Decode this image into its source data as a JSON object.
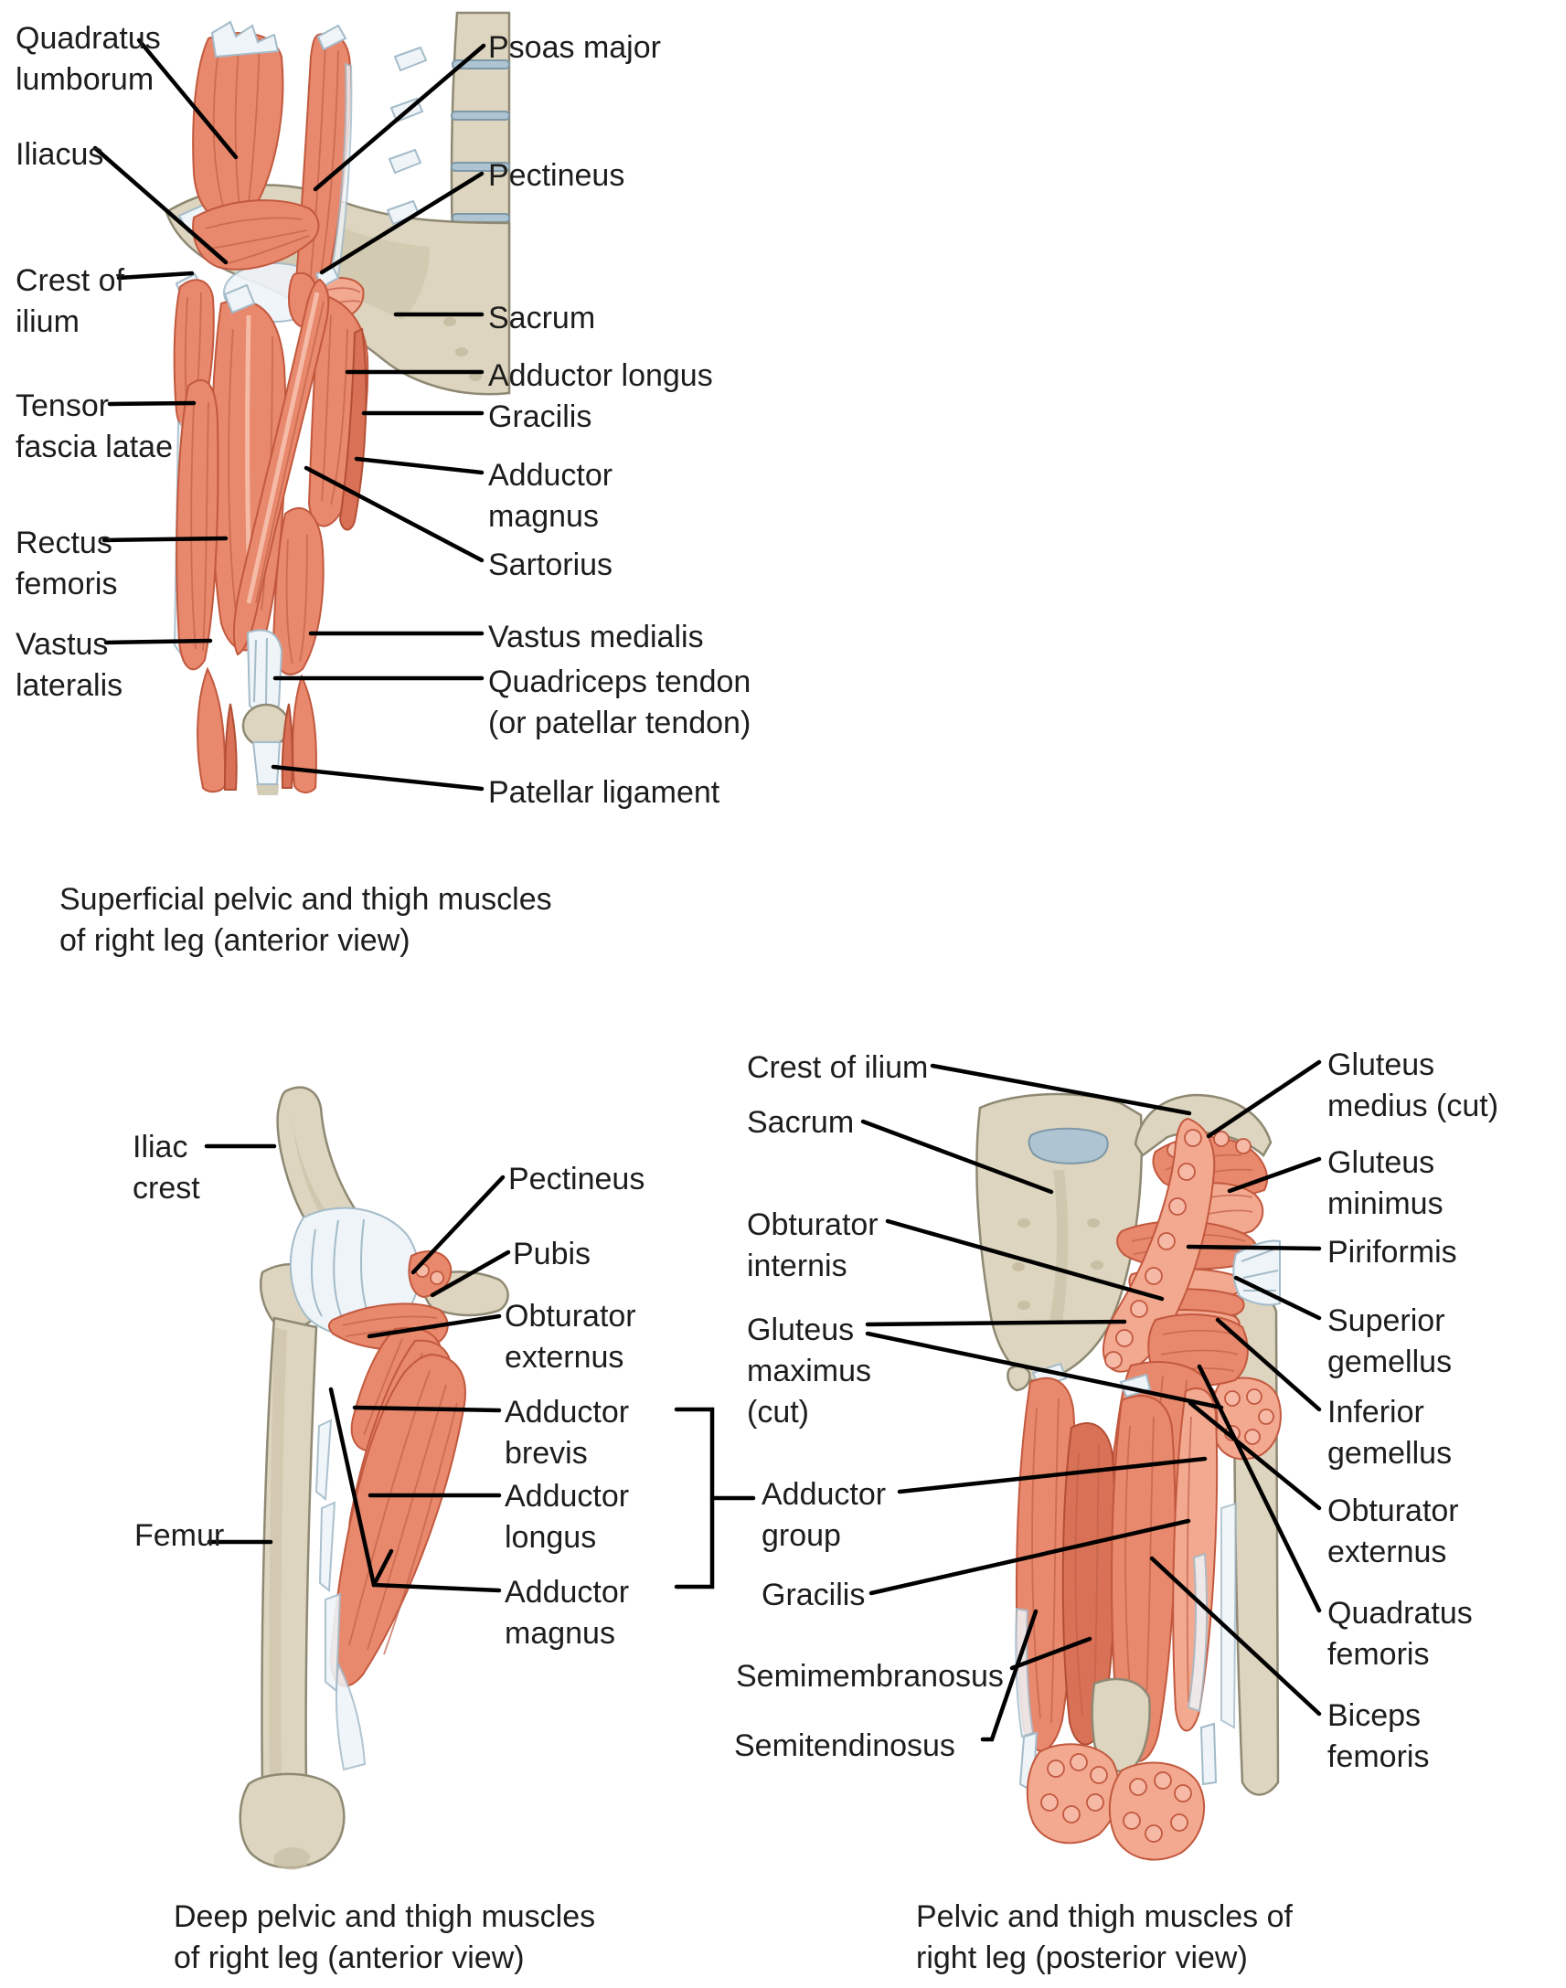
{
  "colors": {
    "muscle": "#e8886c",
    "muscle_light": "#f3a98f",
    "muscle_dark": "#c2593f",
    "bone": "#ddd5bf",
    "tendon": "#eef4f8",
    "disc_blue": "#aec4d2",
    "leader_line": "#000000",
    "text": "#1d1d1b",
    "background": "#ffffff"
  },
  "panels": [
    {
      "caption": "Superficial pelvic and thigh muscles\nof right leg (anterior view)",
      "labels": [
        {
          "text": "Quadratus\nlumborum"
        },
        {
          "text": "Iliacus"
        },
        {
          "text": "Crest of\nilium"
        },
        {
          "text": "Tensor\nfascia latae"
        },
        {
          "text": "Rectus\nfemoris"
        },
        {
          "text": "Vastus\nlateralis"
        },
        {
          "text": "Psoas major"
        },
        {
          "text": "Pectineus"
        },
        {
          "text": "Sacrum"
        },
        {
          "text": "Adductor longus"
        },
        {
          "text": "Gracilis"
        },
        {
          "text": "Adductor\nmagnus"
        },
        {
          "text": "Sartorius"
        },
        {
          "text": "Vastus medialis"
        },
        {
          "text": "Quadriceps tendon\n(or patellar tendon)"
        },
        {
          "text": "Patellar ligament"
        }
      ]
    },
    {
      "caption": "Deep pelvic and thigh muscles\nof right leg (anterior view)",
      "labels": [
        {
          "text": "Iliac\ncrest"
        },
        {
          "text": "Pectineus"
        },
        {
          "text": "Pubis"
        },
        {
          "text": "Obturator\nexternus"
        },
        {
          "text": "Adductor\nbrevis"
        },
        {
          "text": "Adductor\nlongus"
        },
        {
          "text": "Adductor\nmagnus"
        },
        {
          "text": "Femur"
        }
      ]
    },
    {
      "caption": "Pelvic and thigh muscles of\nright leg (posterior view)",
      "labels": [
        {
          "text": "Crest of ilium"
        },
        {
          "text": "Sacrum"
        },
        {
          "text": "Obturator\ninternis"
        },
        {
          "text": "Gluteus\nmaximus\n(cut)"
        },
        {
          "text": "Adductor\ngroup"
        },
        {
          "text": "Gracilis"
        },
        {
          "text": "Semimembranosus"
        },
        {
          "text": "Semitendinosus"
        },
        {
          "text": "Gluteus\nmedius (cut)"
        },
        {
          "text": "Gluteus\nminimus"
        },
        {
          "text": "Piriformis"
        },
        {
          "text": "Superior\ngemellus"
        },
        {
          "text": "Inferior\ngemellus"
        },
        {
          "text": "Obturator\nexternus"
        },
        {
          "text": "Quadratus\nfemoris"
        },
        {
          "text": "Biceps\nfemoris"
        }
      ]
    }
  ]
}
